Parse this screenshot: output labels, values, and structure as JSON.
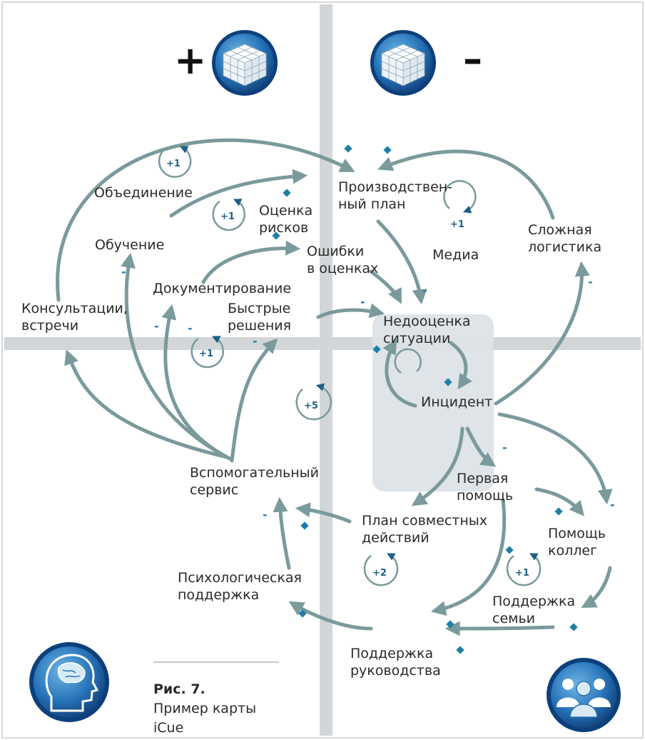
{
  "signs": {
    "plus": "+",
    "minus": "–"
  },
  "nodes": {
    "production_plan": "Производствен-\nный план",
    "merge": "Объединение",
    "risk_eval": "Оценка\nрисков",
    "training": "Обучение",
    "media": "Медиа",
    "complex_logistics": "Сложная\nлогистика",
    "errors_in_estimates": "Ошибки\nв оценках",
    "documenting": "Документирование",
    "consultations": "Консультации,\nвстречи",
    "quick_decisions": "Быстрые\nрешения",
    "underestimation": "Недооценка\nситуации",
    "incident": "Инцидент",
    "aux_service": "Вспомогательный\nсервис",
    "first_aid": "Первая\nпомощь",
    "joint_plan": "План совместных\nдействий",
    "colleague_help": "Помощь\nколлег",
    "psych_support": "Психологическая\nподдержка",
    "family_support": "Поддержка\nсемьи",
    "management_support": "Поддержка\nруководства"
  },
  "loops": [
    "+1",
    "+1",
    "+1",
    "+1",
    "+5",
    "+2",
    "+1"
  ],
  "polarity_minus": "-",
  "caption": {
    "fig": "Рис. 7.",
    "text": "Пример карты\niCue"
  },
  "icons": [
    "cube-icon",
    "cube-icon",
    "head-brain-icon",
    "people-group-icon"
  ],
  "colors": {
    "arrow": "#7a9a9c",
    "accent": "#1f7fb8",
    "axis": "#cfd3d5",
    "highlight": "#dfe5e8",
    "loop_text": "#1d5f86"
  }
}
